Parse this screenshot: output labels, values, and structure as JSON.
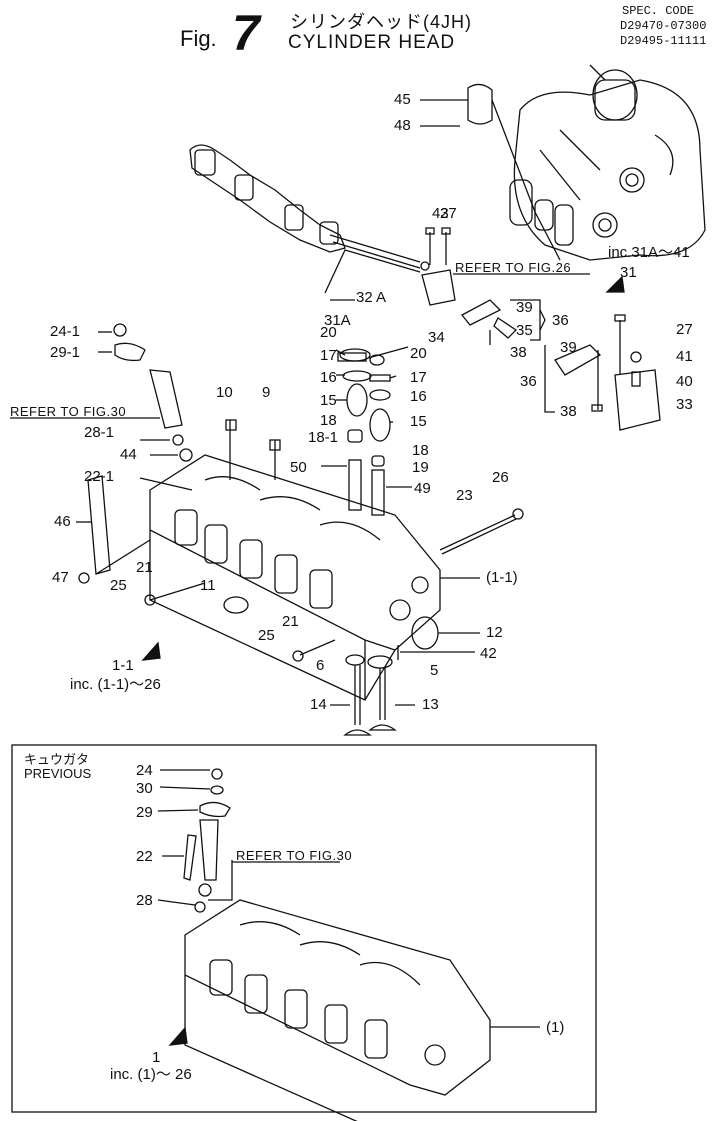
{
  "header": {
    "fig_prefix": "Fig.",
    "fig_number": "7",
    "title_jp": "シリンダヘッド(4JH)",
    "title_en": "CYLINDER HEAD",
    "spec_label": "SPEC. CODE",
    "spec_codes": [
      "D29470-07300",
      "D29495-11111"
    ]
  },
  "references": {
    "fig26": "REFER TO FIG.26",
    "fig30_a": "REFER TO FIG.30",
    "fig30_b": "REFER TO FIG.30"
  },
  "callouts": {
    "c45": "45",
    "c48": "48",
    "c43": "43",
    "c27a": "27",
    "c32a": "32 A",
    "c31a": "31A",
    "c34": "34",
    "c39a": "39",
    "c35": "35",
    "c36a": "36",
    "c38a": "38",
    "c31": "31",
    "c31note": "inc.31A～41",
    "c27b": "27",
    "c39b": "39",
    "c41": "41",
    "c40": "40",
    "c36b": "36",
    "c38b": "38",
    "c33": "33",
    "c24_1": "24-1",
    "c29_1": "29-1",
    "c28_1": "28-1",
    "c44": "44",
    "c22_1": "22-1",
    "c10": "10",
    "c9": "9",
    "c20a": "20",
    "c20b": "20",
    "c17a": "17",
    "c17b": "17",
    "c16a": "16",
    "c16b": "16",
    "c15a": "15",
    "c15b": "15",
    "c18": "18",
    "c18_1": "18-1",
    "c18b": "18",
    "c19": "19",
    "c50": "50",
    "c49": "49",
    "c46": "46",
    "c47": "47",
    "c25a": "25",
    "c21a": "21",
    "c11": "11",
    "c23": "23",
    "c26": "26",
    "c1_1": "(1-1)",
    "c12": "12",
    "c25b": "25",
    "c21b": "21",
    "c6": "6",
    "c42": "42",
    "c5": "5",
    "c14": "14",
    "c13": "13",
    "asm1_1": "1-1",
    "asm1_1note": "inc. (1-1)～26"
  },
  "previous_box": {
    "label_jp": "キュウガタ",
    "label_en": "PREVIOUS",
    "c24": "24",
    "c30": "30",
    "c29": "29",
    "c22": "22",
    "c28": "28",
    "c1": "(1)",
    "asm1": "1",
    "asm1note": "inc. (1)～ 26"
  }
}
